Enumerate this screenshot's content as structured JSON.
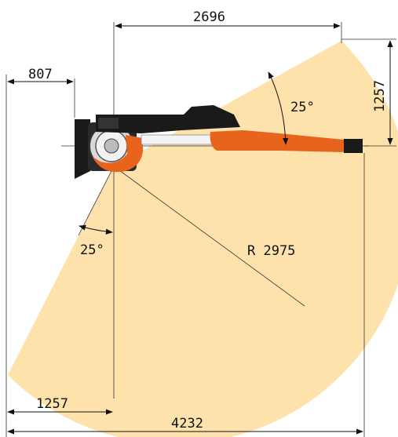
{
  "diagram": {
    "dimensions": {
      "top_width": "2696",
      "left_offset": "807",
      "right_height": "1257",
      "bottom_left_width": "1257",
      "overall_width": "4232",
      "radius_label": "R 2975"
    },
    "angles": {
      "upper": "25°",
      "lower": "25°"
    },
    "colors": {
      "work_envelope": "#fde2ac",
      "robot_orange": "#e8631c",
      "robot_dark": "#1a1a1a",
      "line": "#111111"
    }
  }
}
